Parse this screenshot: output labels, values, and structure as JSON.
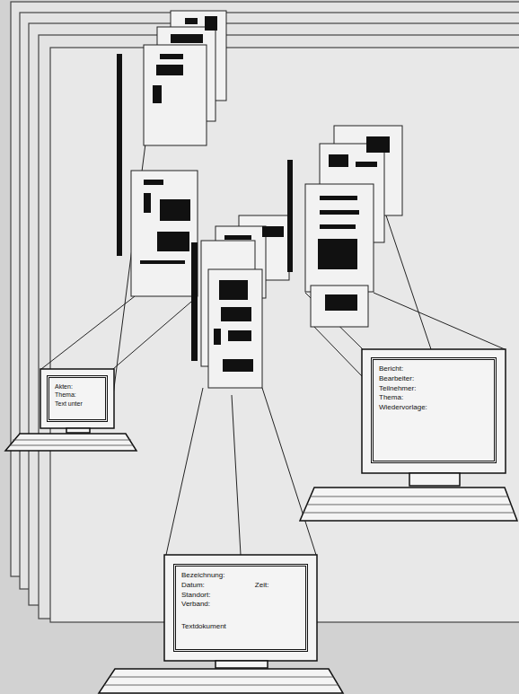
{
  "diagram": {
    "nodes": [
      {
        "text": [
          "Akten:",
          "Thema:",
          "Text unter"
        ]
      },
      {
        "text": [
          "Bericht:",
          "Bearbeiter:",
          "Teilnehmer:",
          "Thema:",
          "Wiedervorlage:"
        ]
      },
      {
        "text": [
          "Bezeichnung:",
          "Datum:",
          "Zeit:",
          "Standort:",
          "Verband:",
          "Textdokument"
        ]
      }
    ]
  }
}
